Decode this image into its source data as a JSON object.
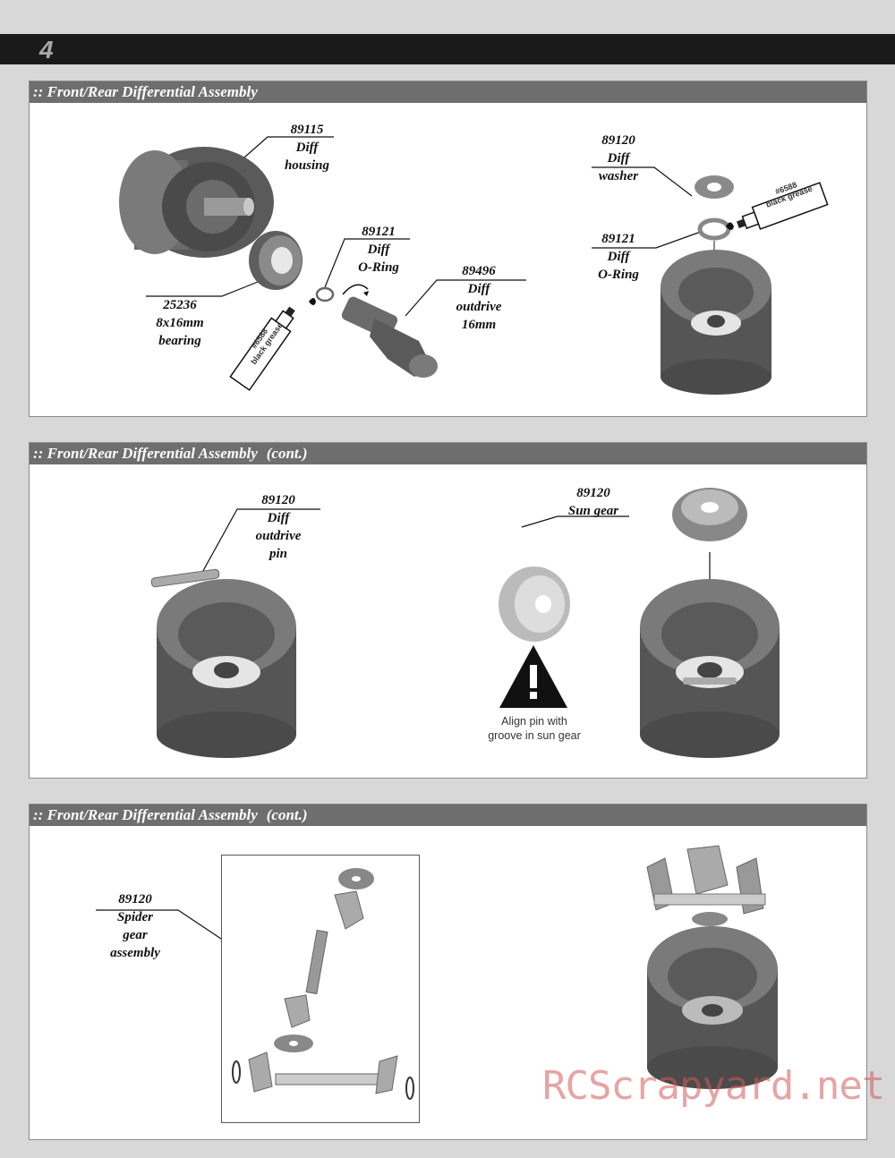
{
  "page": {
    "number": "4"
  },
  "colors": {
    "header_bar": "#1a1a1a",
    "title_bar": "#6e6e6e",
    "part_gray": "#6b6b6b",
    "watermark": "#d25a5a"
  },
  "sections": [
    {
      "title": ":: Front/Rear Differential Assembly",
      "labels": {
        "housing": [
          "89115",
          "Diff",
          "housing"
        ],
        "bearing": [
          "25236",
          "8x16mm",
          "bearing"
        ],
        "oring": [
          "89121",
          "Diff",
          "O-Ring"
        ],
        "outdrive": [
          "89496",
          "Diff",
          "outdrive",
          "16mm"
        ],
        "washer": [
          "89120",
          "Diff",
          "washer"
        ],
        "oring2": [
          "89121",
          "Diff",
          "O-Ring"
        ]
      },
      "grease": [
        "#6588",
        "black grease"
      ]
    },
    {
      "title": ":: Front/Rear Differential Assembly",
      "title_suffix": "(cont.)",
      "labels": {
        "pin": [
          "89120",
          "Diff",
          "outdrive",
          "pin"
        ],
        "sungear": [
          "89120",
          "Sun gear"
        ]
      },
      "warning": [
        "Align pin with",
        "groove in sun gear"
      ],
      "warning_icon": "warning-triangle-icon"
    },
    {
      "title": ":: Front/Rear Differential Assembly",
      "title_suffix": "(cont.)",
      "labels": {
        "spider": [
          "89120",
          "Spider",
          "gear",
          "assembly"
        ]
      }
    }
  ],
  "watermark": "RCScrapyard.net"
}
